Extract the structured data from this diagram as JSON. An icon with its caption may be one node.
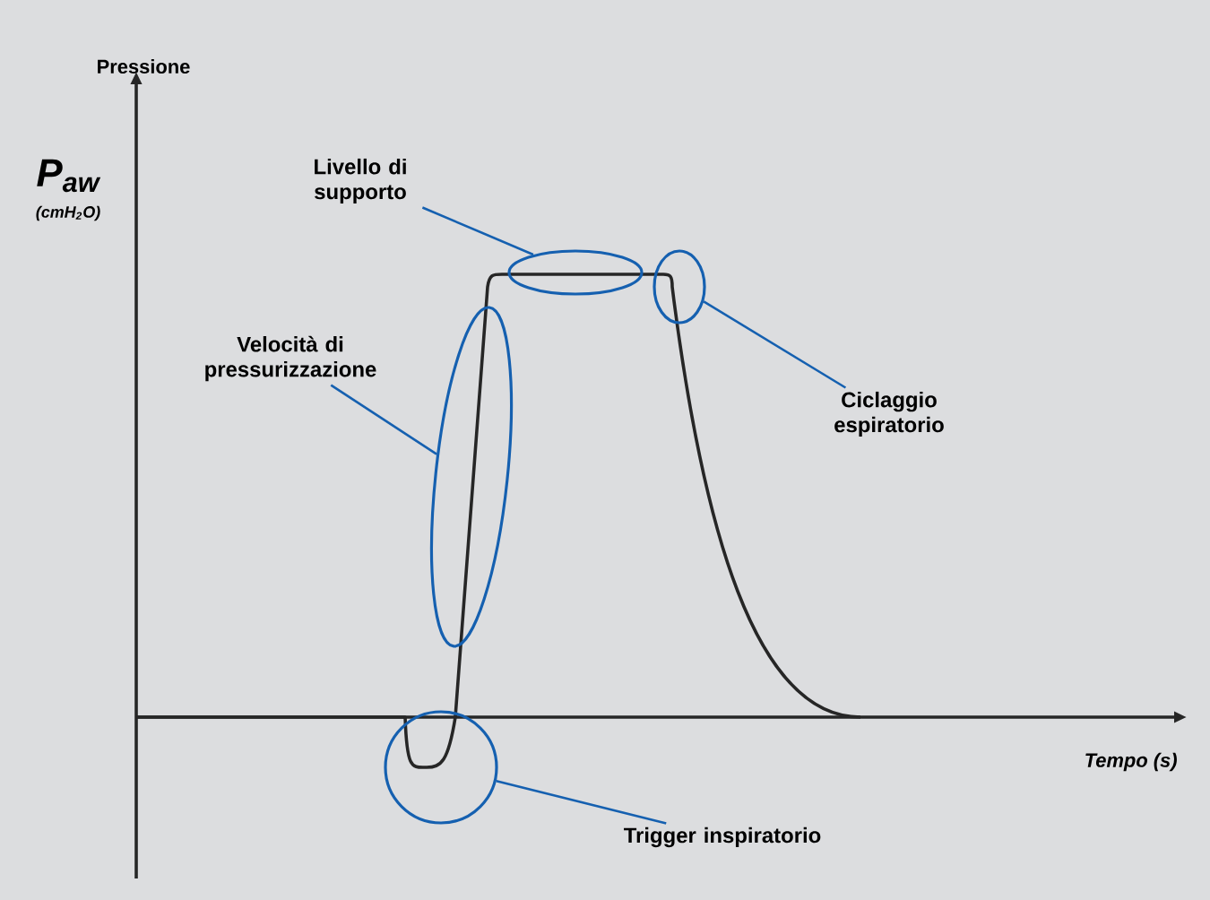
{
  "diagram": {
    "nodes": [
      {
        "text": [
          "Livello di supporto"
        ]
      },
      {
        "text": [],
        "shape": "ellipse"
      },
      {
        "text": [],
        "shape": "ellipse"
      },
      {
        "text": [
          "Velocità di pressurizzazione"
        ]
      },
      {
        "text": [
          "Ciclaggio espiratorio"
        ]
      },
      {
        "text": [],
        "shape": "ellipse"
      },
      {
        "text": [],
        "shape": "circle"
      },
      {
        "text": [
          "Trigger inspiratorio"
        ]
      }
    ],
    "edges": [
      {
        "from": 0,
        "to": 1,
        "arrow": "none"
      },
      {
        "from": 4,
        "to": 2,
        "arrow": "none"
      },
      {
        "from": 3,
        "to": 5,
        "arrow": "none"
      },
      {
        "from": 7,
        "to": 6,
        "arrow": "none"
      }
    ],
    "labels": [
      "Pressione",
      "P$_{aw}$",
      "(cmH$_{2}$O)",
      "Tempo (s)"
    ]
  }
}
